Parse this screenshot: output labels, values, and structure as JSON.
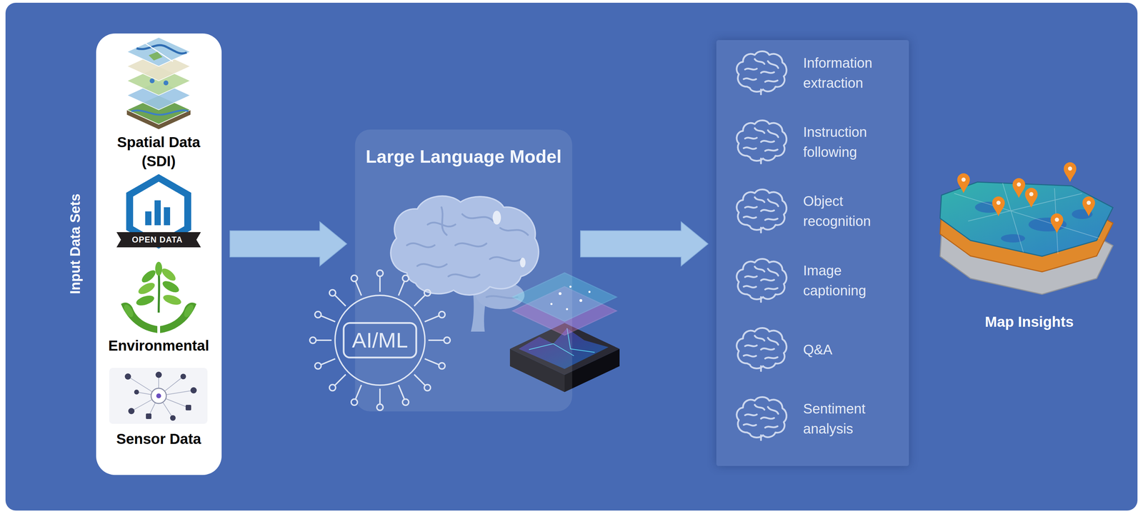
{
  "diagram": {
    "nodes": [
      {
        "text": [
          "Input Data Sets",
          "Spatial Data (SDI)",
          "Environmental",
          "Sensor Data"
        ]
      },
      {
        "text": [
          "Large Language Model"
        ]
      },
      {
        "text": [
          "Information extraction",
          "Instruction following",
          "Object recognition",
          "Image captioning",
          "Q&A",
          "Sentiment analysis"
        ]
      }
    ],
    "edges": [
      {
        "from": 0,
        "to": 1,
        "arrow": "to"
      },
      {
        "from": 1,
        "to": 2,
        "arrow": "to"
      }
    ],
    "labels": [
      "OPEN DATA",
      "AI/ML",
      "Map Insights"
    ]
  }
}
